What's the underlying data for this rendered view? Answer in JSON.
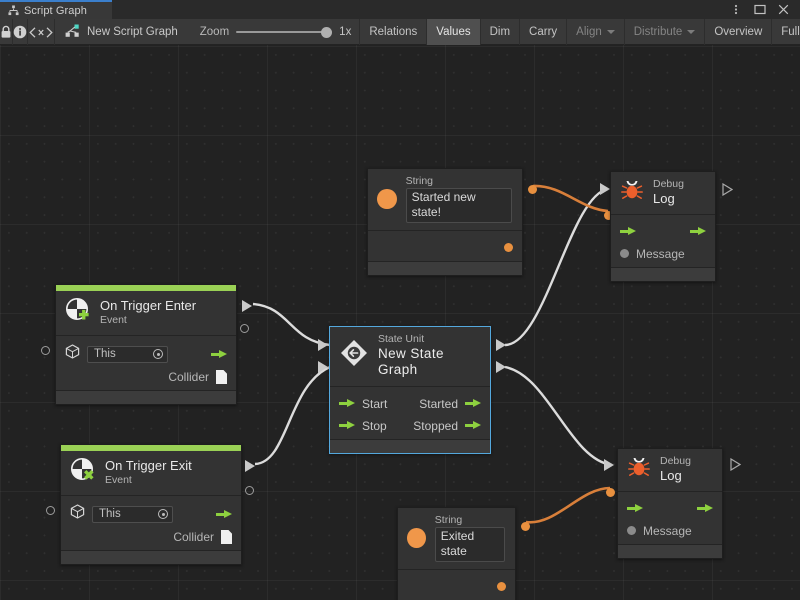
{
  "window": {
    "tab_label": "Script Graph",
    "tab_icon": "hierarchy-icon",
    "menu_icon": "kebab-menu-icon",
    "maximize_icon": "maximize-icon",
    "close_icon": "close-icon"
  },
  "toolbar": {
    "lock_icon": "lock-icon",
    "info_icon": "info-icon",
    "code_icon": "code-icon",
    "code_label": "<x>",
    "breadcrumb_icon": "script-graph-icon",
    "breadcrumb_label": "New Script Graph",
    "zoom_label": "Zoom",
    "zoom_value": "1x",
    "buttons": [
      {
        "label": "Relations",
        "active": false,
        "dim": false,
        "caret": false
      },
      {
        "label": "Values",
        "active": true,
        "dim": false,
        "caret": false
      },
      {
        "label": "Dim",
        "active": false,
        "dim": false,
        "caret": false
      },
      {
        "label": "Carry",
        "active": false,
        "dim": false,
        "caret": false
      },
      {
        "label": "Align",
        "active": false,
        "dim": true,
        "caret": true
      },
      {
        "label": "Distribute",
        "active": false,
        "dim": true,
        "caret": true
      },
      {
        "label": "Overview",
        "active": false,
        "dim": false,
        "caret": false
      },
      {
        "label": "Full Screen",
        "active": false,
        "dim": false,
        "caret": false
      }
    ]
  },
  "colors": {
    "accent_event": "#9ad155",
    "flow_green": "#8ed13f",
    "data_orange": "#e8903f",
    "selection_blue": "#54a8dd",
    "canvas_bg": "#222222",
    "node_bg": "#333333"
  },
  "graph": {
    "nodes": {
      "on_trigger_enter": {
        "subtitle": "On Trigger Enter",
        "title": "Event",
        "icon": "trigger-enter-icon",
        "target_value": "This",
        "output_label": "Collider"
      },
      "on_trigger_exit": {
        "subtitle": "On Trigger Exit",
        "title": "Event",
        "icon": "trigger-exit-icon",
        "target_value": "This",
        "output_label": "Collider"
      },
      "state_unit": {
        "subtitle": "State Unit",
        "title": "New  State  Graph",
        "icon": "state-unit-icon",
        "in_start": "Start",
        "in_stop": "Stop",
        "out_started": "Started",
        "out_stopped": "Stopped"
      },
      "string_top": {
        "title": "String",
        "icon": "string-value-icon",
        "value": "Started new state!"
      },
      "string_bottom": {
        "title": "String",
        "icon": "string-value-icon",
        "value": "Exited state"
      },
      "debug_log_top": {
        "subtitle": "Debug",
        "title": "Log",
        "icon": "debug-bug-icon",
        "input_label": "Message"
      },
      "debug_log_bottom": {
        "subtitle": "Debug",
        "title": "Log",
        "icon": "debug-bug-icon",
        "input_label": "Message"
      }
    }
  }
}
